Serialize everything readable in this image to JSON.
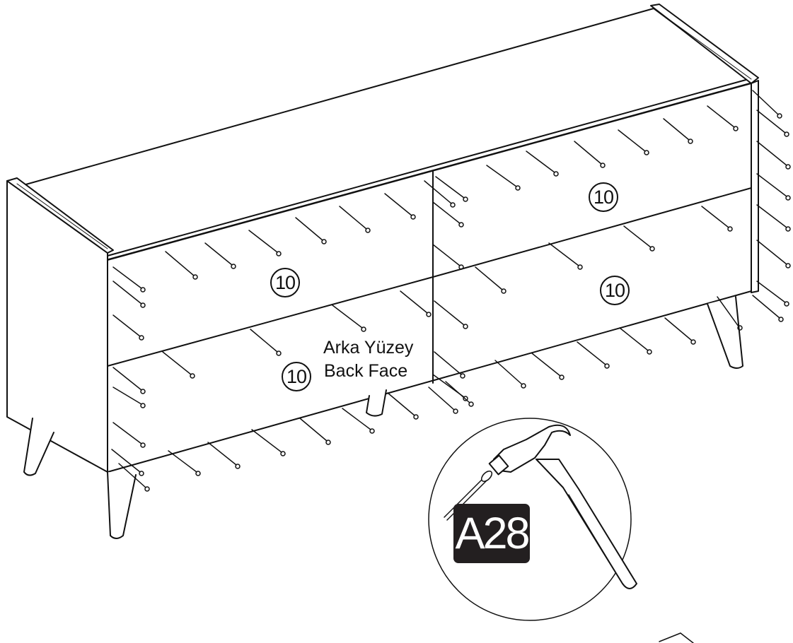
{
  "labels": {
    "face_tr": "Arka Yüzey",
    "face_en": "Back Face"
  },
  "panel_counts": [
    {
      "id": "top-left",
      "value": "10"
    },
    {
      "id": "top-right",
      "value": "10"
    },
    {
      "id": "bottom-left",
      "value": "10"
    },
    {
      "id": "bottom-right",
      "value": "10"
    }
  ],
  "part_code": "A28",
  "colors": {
    "line": "#111111",
    "badge": "#231f20",
    "background": "#ffffff"
  },
  "icons": [
    "hammer-icon",
    "nail-icon"
  ]
}
